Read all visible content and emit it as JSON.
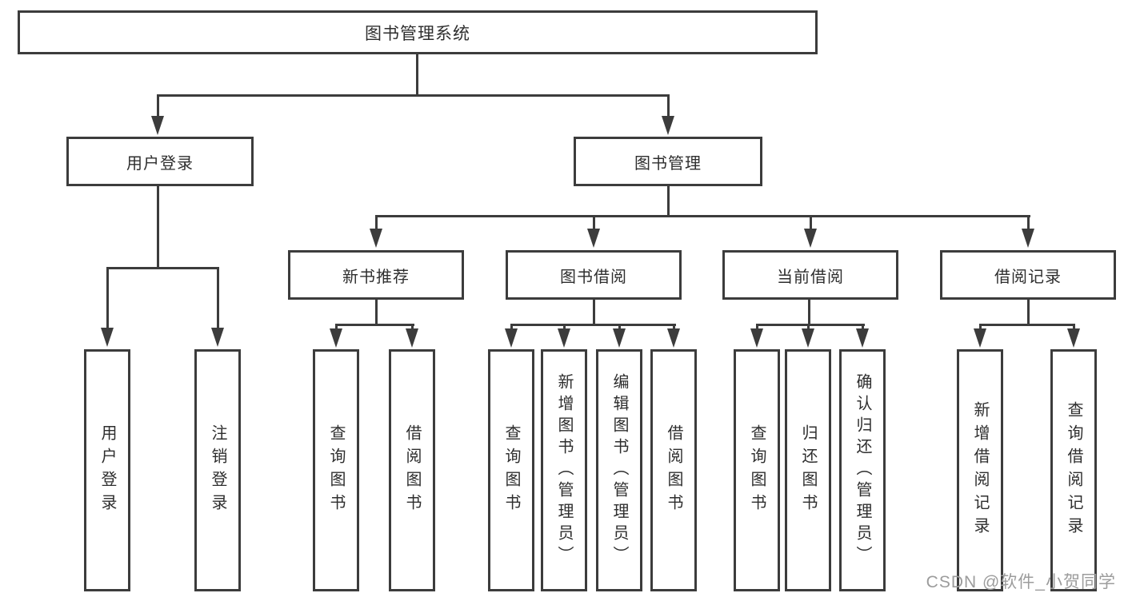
{
  "diagram": {
    "root": {
      "label": "图书管理系统"
    },
    "level2": [
      {
        "label": "用户登录"
      },
      {
        "label": "图书管理"
      }
    ],
    "level3": [
      {
        "label": "新书推荐"
      },
      {
        "label": "图书借阅"
      },
      {
        "label": "当前借阅"
      },
      {
        "label": "借阅记录"
      }
    ],
    "leaves": {
      "user_login": [
        {
          "label": "用户登录"
        },
        {
          "label": "注销登录"
        }
      ],
      "new_book_recommend": [
        {
          "label": "查询图书"
        },
        {
          "label": "借阅图书"
        }
      ],
      "book_borrowing": [
        {
          "label": "查询图书"
        },
        {
          "label": "新增图书（管理员）"
        },
        {
          "label": "编辑图书（管理员）"
        },
        {
          "label": "借阅图书"
        }
      ],
      "current_borrowing": [
        {
          "label": "查询图书"
        },
        {
          "label": "归还图书"
        },
        {
          "label": "确认归还（管理员）"
        }
      ],
      "borrowing_records": [
        {
          "label": "新增借阅记录"
        },
        {
          "label": "查询借阅记录"
        }
      ]
    }
  },
  "watermark": {
    "text": "CSDN @软件_小贺同学",
    "color": "#9c9c9c"
  },
  "colors": {
    "line": "#3c3c3c",
    "text": "#2e2e2e",
    "background": "#ffffff"
  }
}
